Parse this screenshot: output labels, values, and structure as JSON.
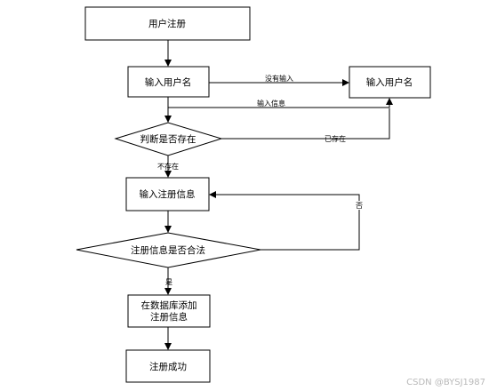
{
  "nodes": {
    "start": "用户注册",
    "input_username": "输入用户名",
    "input_username_right": "输入用户名",
    "check_exists": "判断是否存在",
    "input_info": "输入注册信息",
    "check_valid": "注册信息是否合法",
    "db_add_line1": "在数据库添加",
    "db_add_line2": "注册信息",
    "success": "注册成功"
  },
  "edge_labels": {
    "no_input": "没有输入",
    "input_info": "输入信息",
    "exists": "已存在",
    "not_exists": "不存在",
    "no": "否",
    "yes": "是"
  },
  "watermark": "CSDN @BYSJ1987"
}
